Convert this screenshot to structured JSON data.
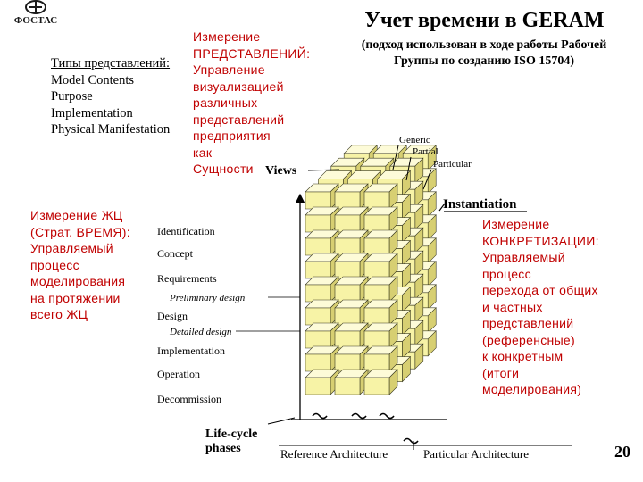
{
  "logo": {
    "text": "ФОСТАС"
  },
  "title": "Учет времени в GERAM",
  "subtitle": "(подход использован в ходе работы Рабочей\nГруппы по созданию ISO 15704)",
  "view_types": {
    "heading": "Типы представлений:",
    "items": [
      "Model Contents",
      "Purpose",
      "Implementation",
      "Physical Manifestation"
    ]
  },
  "dimension_views_text": "Измерение\nПРЕДСТАВЛЕНИЙ:\nУправление\nвизуализацией\nразличных\nпредставлений\nпредприятия\nкак\nСущности",
  "dimension_time_text": "Измерение ЖЦ\n(Страт. ВРЕМЯ):\nУправляемый\nпроцесс\nмоделирования\nна протяжении\nвсего ЖЦ",
  "dimension_instantiation_text": "Измерение\nКОНКРЕТИЗАЦИИ:\nУправляемый\nпроцесс\nперехода от общих\nи частных\nпредставлений\n (референсные)\nк конкретным\n(итоги\nмоделирования)",
  "diagram": {
    "views_label": "Views",
    "instantiation_label": "Instantiation",
    "instantiation_levels": [
      "Generic",
      "Partial",
      "Particular"
    ],
    "phases": [
      "Identification",
      "Concept",
      "Requirements",
      "Preliminary design",
      "Design",
      "Detailed design",
      "Implementation",
      "Operation",
      "Decommission"
    ],
    "lifecycle_label_1": "Life-cycle",
    "lifecycle_label_2": "phases",
    "reference_architecture": "Reference Architecture",
    "particular_architecture": "Particular Architecture",
    "colors": {
      "block_front": "#f7f3a6",
      "block_top": "#fdfbd8",
      "block_side": "#d7cf72",
      "accent_red": "#c00000"
    }
  },
  "page_number": "20"
}
